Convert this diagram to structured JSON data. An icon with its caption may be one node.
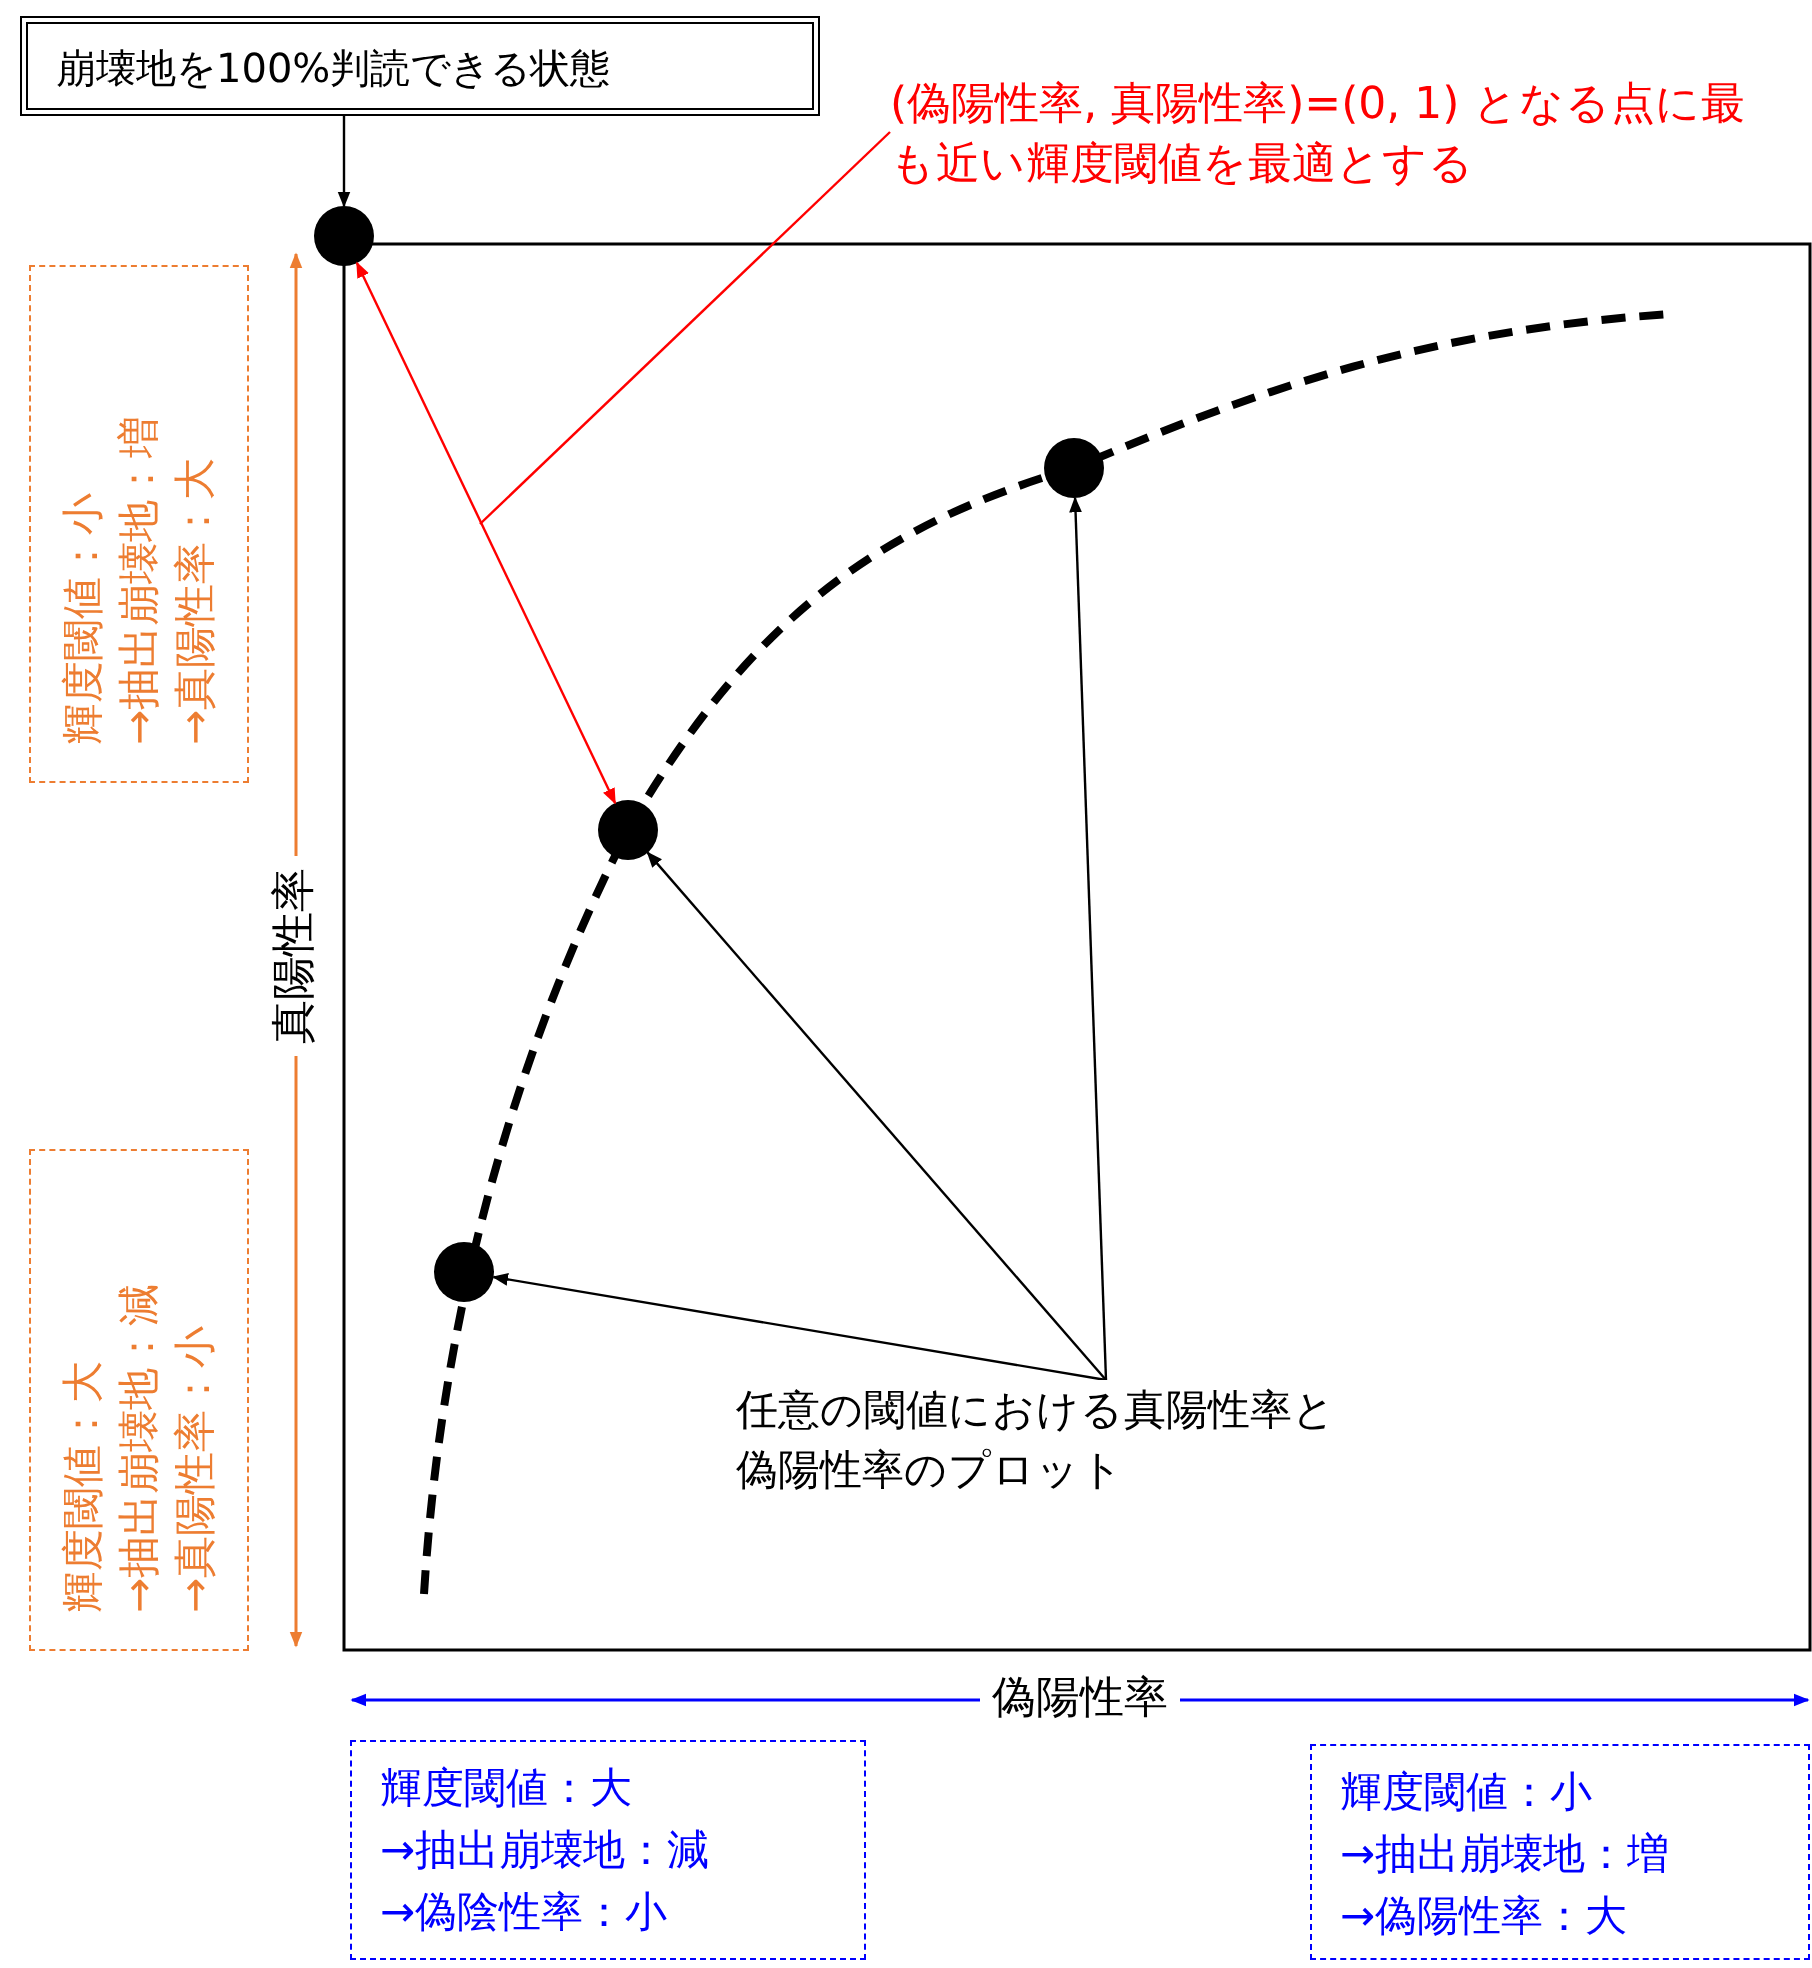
{
  "diagram": {
    "nodes": [
      {
        "text": [
          "崩壊地を100%判読できる状態"
        ]
      },
      {
        "text": [
          "(偽陽性率, 真陽性率)=(0, 1) となる点に最も近い輝度閾値を最適とする"
        ]
      },
      {
        "text": [],
        "shape": "circle"
      },
      {
        "text": [],
        "shape": "circle"
      },
      {
        "text": [],
        "shape": "circle"
      },
      {
        "text": [],
        "shape": "circle"
      },
      {
        "text": [
          "任意の閾値における真陽性率と偽陽性率のプロット"
        ]
      },
      {
        "text": [
          "輝度閾値：小",
          "→抽出崩壊地：増",
          "→真陽性率：大"
        ]
      },
      {
        "text": [
          "輝度閾値：大",
          "→抽出崩壊地：減",
          "→真陽性率：小"
        ]
      },
      {
        "text": [
          "輝度閾値：大",
          "→抽出崩壊地：減",
          "→偽陰性率：小"
        ]
      },
      {
        "text": [
          "輝度閾値：小",
          "→抽出崩壊地：増",
          "→偽陽性率：大"
        ]
      }
    ],
    "edges": [
      {
        "from": 0,
        "to": 2,
        "arrow": "to"
      },
      {
        "from": 2,
        "to": 4,
        "arrow": "both",
        "color": "#ff0000"
      },
      {
        "from": 1,
        "to": null,
        "arrow": "none",
        "color": "#ff0000"
      },
      {
        "from": 6,
        "to": 3,
        "arrow": "to"
      },
      {
        "from": 6,
        "to": 4,
        "arrow": "to"
      },
      {
        "from": 6,
        "to": 5,
        "arrow": "to"
      }
    ],
    "labels": [
      "真陽性率",
      "偽陽性率"
    ]
  }
}
